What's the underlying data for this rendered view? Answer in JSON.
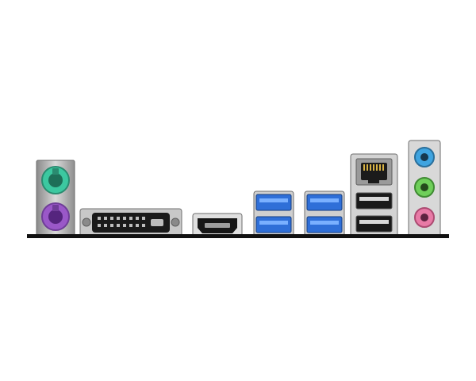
{
  "image": {
    "subject": "motherboard-rear-io-panel",
    "background_color": "#ffffff",
    "ports": [
      {
        "name": "ps2-keyboard-mouse-ports",
        "colors": [
          "#3cc8a0",
          "#9a58c8"
        ]
      },
      {
        "name": "dvi-port",
        "color": "#1a1a1a"
      },
      {
        "name": "hdmi-port",
        "color": "#1a1a1a"
      },
      {
        "name": "usb-stack-left",
        "color": "#2f6fd8",
        "count": 2
      },
      {
        "name": "usb-stack-right",
        "color": "#2f6fd8",
        "count": 2
      },
      {
        "name": "lan-usb-combo",
        "usb_count": 2
      },
      {
        "name": "audio-jacks",
        "colors": [
          "#3fa4e0",
          "#6fcf5a",
          "#e87aa6"
        ]
      }
    ]
  }
}
